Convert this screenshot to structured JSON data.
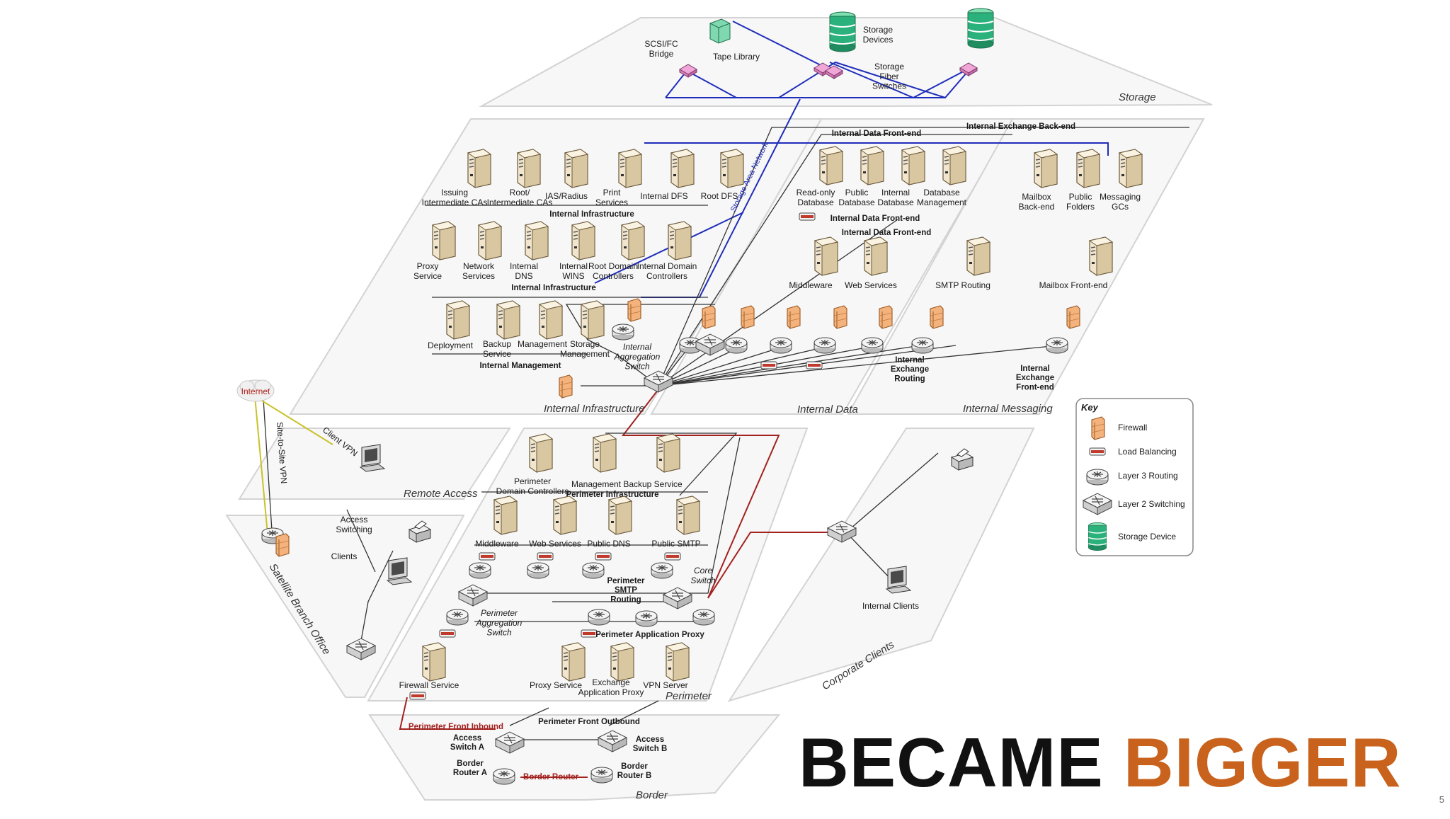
{
  "slide": {
    "title_word1": "BECAME",
    "title_word2": "BIGGER",
    "page_number": "5",
    "title_colors": {
      "word1": "#111111",
      "word2": "#c8621c"
    }
  },
  "colors": {
    "san_line": "#1f2dbb",
    "red_line": "#a2221f",
    "firewall": "#f2a86a",
    "router": "#ededed",
    "storage": "#2bb27c",
    "fiber_switch": "#e99bd0",
    "server": "#e9dcc0"
  },
  "storage": {
    "zone": "Storage",
    "scsi_bridge": "SCSI/FC\nBridge",
    "tape_library": "Tape Library",
    "storage_devices": "Storage\nDevices",
    "fiber_switches": "Storage\nFiber\nSwitches",
    "san_label": "Storage Area Network"
  },
  "infrastructure": {
    "zone": "Internal Infrastructure",
    "row1": [
      "Issuing\nIntermediate CAs",
      "Root/\nIntermediate CAs",
      "IAS/Radius",
      "Print\nServices",
      "Internal DFS",
      "Root DFS"
    ],
    "row1_header": "Internal Infrastructure",
    "row2": [
      "Proxy\nService",
      "Network\nServices",
      "Internal\nDNS",
      "Internal\nWINS",
      "Root Domain\nControllers",
      "Internal Domain\nControllers"
    ],
    "row2_header": "Internal Infrastructure",
    "row3": [
      "Deployment",
      "Backup\nService",
      "Management",
      "Storage\nManagement"
    ],
    "row3_header": "Internal Management",
    "agg_switch": "Internal\nAggregation\nSwitch"
  },
  "data": {
    "zone": "Internal Data",
    "header_top": "Internal Data Front-end",
    "row1": [
      "Read-only\nDatabase",
      "Public\nDatabase",
      "Internal\nDatabase",
      "Database\nManagement"
    ],
    "header_mid": "Internal Data Front-end",
    "header_low": "Internal Data Front-end",
    "row2": [
      "Middleware",
      "Web Services",
      "SMTP Routing"
    ],
    "exchange_routing": "Internal\nExchange\nRouting"
  },
  "messaging": {
    "zone": "Internal Messaging",
    "header": "Internal Exchange Back-end",
    "row1": [
      "Mailbox\nBack-end",
      "Public\nFolders",
      "Messaging\nGCs"
    ],
    "frontend": "Mailbox Front-end",
    "exchange_frontend": "Internal\nExchange\nFront-end"
  },
  "remote": {
    "internet": "Internet",
    "client_vpn": "Client VPN",
    "site_vpn": "Site-to-Site VPN",
    "zone": "Remote Access"
  },
  "branch": {
    "zone": "Satellite Branch Office",
    "access_switching": "Access\nSwitching",
    "clients": "Clients"
  },
  "perimeter": {
    "zone": "Perimeter",
    "row1": [
      "Perimeter\nDomain Controllers",
      "Management",
      "Backup Service"
    ],
    "row1_header": "Perimeter Infrastructure",
    "row2": [
      "Middleware",
      "Web Services",
      "Public DNS",
      "Public SMTP"
    ],
    "core_switch": "Core\nSwitch",
    "smtp_routing": "Perimeter\nSMTP\nRouting",
    "agg_switch": "Perimeter\nAggregation\nSwitch",
    "app_proxy_header": "Perimeter Application Proxy",
    "row3": [
      "Firewall Service",
      "Proxy Service",
      "Exchange\nApplication Proxy",
      "VPN Server"
    ]
  },
  "corporate": {
    "zone": "Corporate Clients",
    "internal_clients": "Internal  Clients"
  },
  "border": {
    "zone": "Border",
    "front_inbound": "Perimeter Front Inbound",
    "front_outbound": "Perimeter Front Outbound",
    "switch_a": "Access\nSwitch A",
    "switch_b": "Access\nSwitch B",
    "router_a": "Border\nRouter A",
    "router_b": "Border\nRouter B",
    "border_router": "Border Router"
  },
  "legend": {
    "title": "Key",
    "items": [
      {
        "label": "Firewall",
        "icon": "firewall-icon"
      },
      {
        "label": "Load Balancing",
        "icon": "load-balancer-icon"
      },
      {
        "label": "Layer 3 Routing",
        "icon": "router-icon"
      },
      {
        "label": "Layer 2 Switching",
        "icon": "switch-icon"
      },
      {
        "label": "Storage Device",
        "icon": "storage-device-icon"
      }
    ]
  }
}
